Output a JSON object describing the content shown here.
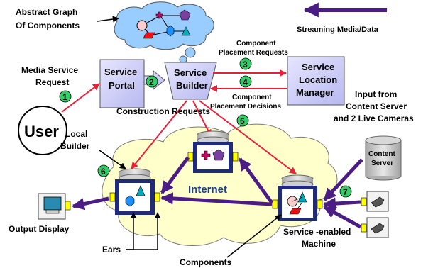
{
  "legend": {
    "streaming": "Streaming Media/Data"
  },
  "labels": {
    "abstract_graph_line1": "Abstract Graph",
    "abstract_graph_line2": "Of Components",
    "media_request_line1": "Media Service",
    "media_request_line2": "Request",
    "user": "User",
    "portal_line1": "Service",
    "portal_line2": "Portal",
    "builder_line1": "Service",
    "builder_line2": "Builder",
    "slm_line1": "Service",
    "slm_line2": "Location",
    "slm_line3": "Manager",
    "placement_requests_line1": "Component",
    "placement_requests_line2": "Placement Requests",
    "placement_decisions_line1": "Component",
    "placement_decisions_line2": "Placement Decisions",
    "construction_requests": "Construction Requests",
    "input_line1": "Input from",
    "input_line2": "Content Server",
    "input_line3": "and 2 Live Cameras",
    "local_builder_line1": "Local",
    "local_builder_line2": "Builder",
    "internet": "Internet",
    "content_server_line1": "Content",
    "content_server_line2": "Server",
    "output_display": "Output Display",
    "ears": "Ears",
    "components": "Components",
    "sem_line1": "Service -enabled",
    "sem_line2": "Machine"
  },
  "steps": [
    "1",
    "2",
    "3",
    "4",
    "5",
    "6",
    "7"
  ],
  "colors": {
    "box_fill": "#ccccff",
    "cloud_fill": "#ffffcc",
    "thought_fill": "#99ccff",
    "control_arrow": "#e8213a",
    "stream_arrow": "#4b1d84",
    "step_fill": "#33cc66",
    "ear_fill": "#ffff00"
  }
}
